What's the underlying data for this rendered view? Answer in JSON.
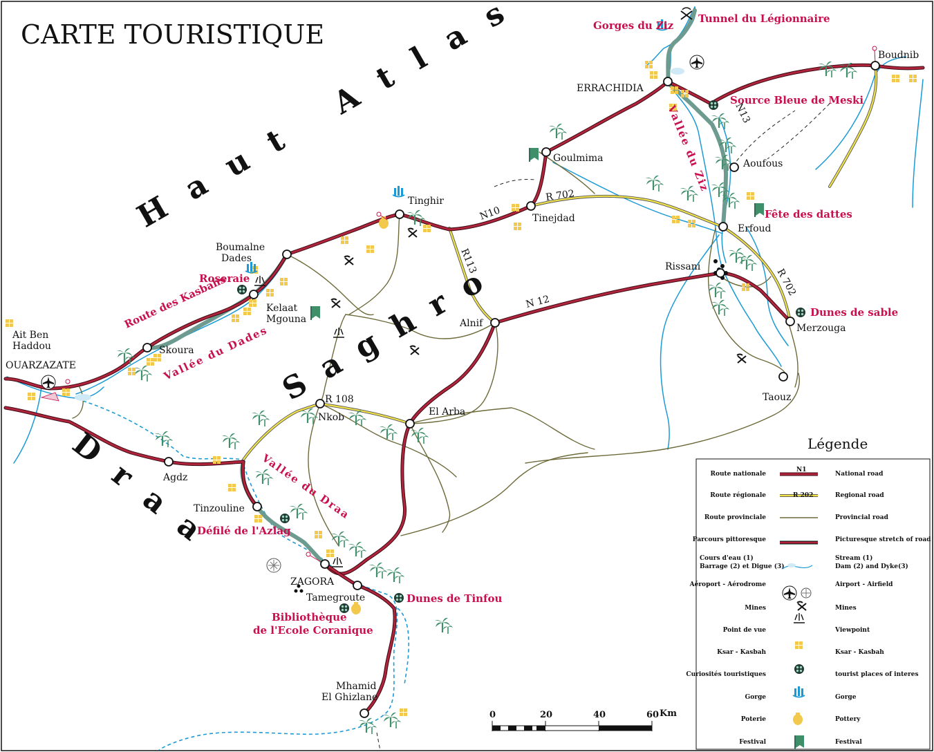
{
  "title": "CARTE TOURISTIQUE",
  "regions": {
    "haut_atlas": "Haut Atlas",
    "saghro": "Saghro",
    "draa": "Draa"
  },
  "towns": {
    "ouarzazate": "OUARZAZATE",
    "ait_ben_haddou_1": "Ait Ben",
    "ait_ben_haddou_2": "Haddou",
    "skoura": "Skoura",
    "kelaat_1": "Kelaat",
    "kelaat_2": "Mgouna",
    "boumalne_1": "Boumalne",
    "boumalne_2": "Dades",
    "tinghir": "Tinghir",
    "tinejdad": "Tinejdad",
    "goulmima": "Goulmima",
    "errachidia": "ERRACHIDIA",
    "boudnib": "Boudnib",
    "aoufous": "Aoufous",
    "erfoud": "Erfoud",
    "rissani": "Rissani",
    "merzouga": "Merzouga",
    "taouz": "Taouz",
    "alnif": "Alnif",
    "nkob": "Nkob",
    "el_arba": "El Arba",
    "agdz": "Agdz",
    "tinzouline": "Tinzouline",
    "zagora": "ZAGORA",
    "tamegroute": "Tamegroute",
    "mhamid_1": "Mhamid",
    "mhamid_2": "El Ghizlane"
  },
  "tourist_sites": {
    "gorges_ziz": "Gorges du Ziz",
    "tunnel": "Tunnel du Légionnaire",
    "source_bleue": "Source Bleue de Meski",
    "fete_dattes": "Fête des dattes",
    "dunes_sable": "Dunes de sable",
    "roseraie": "Roseraie",
    "route_kasbahs": "Route des Kasbahs",
    "defile": "Défilé de l'Azlag",
    "dunes_tinfou": "Dunes de Tinfou",
    "biblio_1": "Bibliothèque",
    "biblio_2": "de l'Ecole Coranique"
  },
  "valleys": {
    "ziz": "Vallée du Ziz",
    "dades": "Vallée du Dades",
    "draa": "Vallée du Draa"
  },
  "road_labels": {
    "n10": "N10",
    "n12": "N 12",
    "n13": "N13",
    "r702_a": "R 702",
    "r702_b": "R 702",
    "r113": "R113",
    "r108": "R 108"
  },
  "legend": {
    "title": "Légende",
    "items": [
      {
        "fr": "Route nationale",
        "en": "National road",
        "sample": "N1"
      },
      {
        "fr": "Route régionale",
        "en": "Regional road",
        "sample": "R 202"
      },
      {
        "fr": "Route provinciale",
        "en": "Provincial road",
        "sample": ""
      },
      {
        "fr": "Parcours pittoresque",
        "en": "Picturesque stretch of road",
        "sample": ""
      },
      {
        "fr": "Cours d'eau (1)",
        "fr2": "Barrage (2) et Digue (3)",
        "en": "Stream (1)",
        "en2": "Dam (2) and Dyke(3)",
        "sample": ""
      },
      {
        "fr": "Aéroport - Aérodrome",
        "en": "Airport - Airfield",
        "sample": ""
      },
      {
        "fr": "Mines",
        "en": "Mines",
        "sample": ""
      },
      {
        "fr": "Point de vue",
        "en": "Viewpoint",
        "sample": ""
      },
      {
        "fr": "Ksar - Kasbah",
        "en": "Ksar - Kasbah",
        "sample": ""
      },
      {
        "fr": "Curiosités touristiques",
        "en": "tourist places of interes",
        "sample": ""
      },
      {
        "fr": "Gorge",
        "en": "Gorge",
        "sample": ""
      },
      {
        "fr": "Poterie",
        "en": "Pottery",
        "sample": ""
      },
      {
        "fr": "Festival",
        "en": "Festival",
        "sample": ""
      }
    ]
  },
  "scale_bar": {
    "ticks": [
      "0",
      "20",
      "40",
      "60"
    ],
    "unit": "Km"
  },
  "colors": {
    "national_road": "#b0243c",
    "regional_road": "#f2e34a",
    "provincial_road": "#6d6a3a",
    "river": "#1b9ad6",
    "tourist_text": "#c8104e",
    "palm": "#3f8f6a",
    "ksar": "#f2c94c",
    "scenic": "#6e9b8f"
  }
}
